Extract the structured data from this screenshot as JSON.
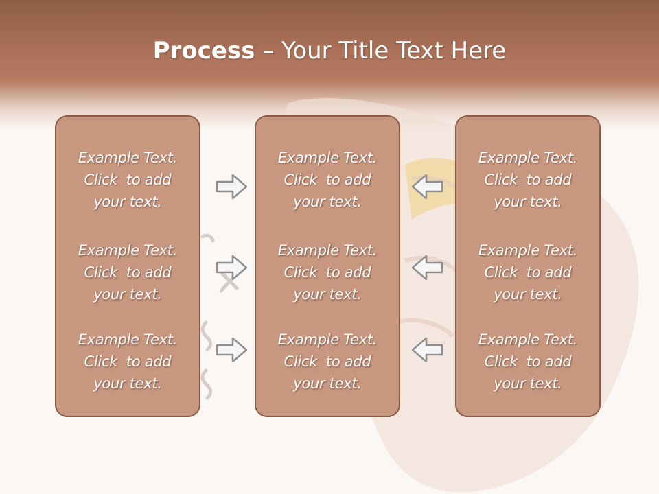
{
  "slide": {
    "title_bold": "Process",
    "title_rest": " – Your Title Text Here"
  },
  "panels": [
    {
      "blocks": [
        "Example Text.\nClick  to add\nyour text.",
        "Example Text.\nClick  to add\nyour text.",
        "Example Text.\nClick  to add\nyour text."
      ]
    },
    {
      "blocks": [
        "Example Text.\nClick  to add\nyour text.",
        "Example Text.\nClick  to add\nyour text.",
        "Example Text.\nClick  to add\nyour text."
      ]
    },
    {
      "blocks": [
        "Example Text.\nClick  to add\nyour text.",
        "Example Text.\nClick  to add\nyour text.",
        "Example Text.\nClick  to add\nyour text."
      ]
    }
  ],
  "arrows": {
    "left_column": "right-arrow-icon",
    "right_column": "left-arrow-icon"
  },
  "colors": {
    "header": "#a86f56",
    "panel_fill": "#c8977f",
    "panel_border": "#8c5a45",
    "background": "#fbf7f4"
  }
}
